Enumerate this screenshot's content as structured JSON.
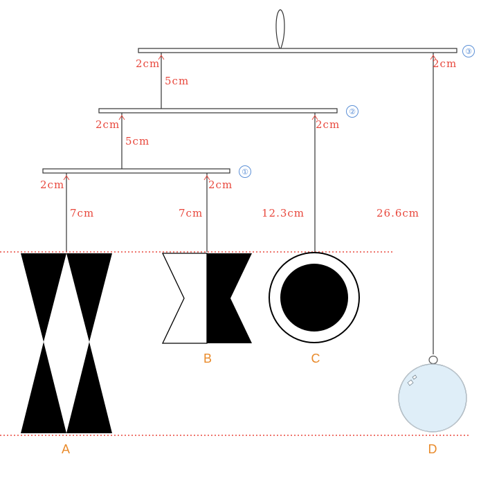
{
  "rods": [
    {
      "marker": "③",
      "arm": "2cm",
      "arm_right": "2cm",
      "drop": "5cm"
    },
    {
      "marker": "②",
      "arm": "2cm",
      "arm_right": "2cm",
      "drop": "5cm"
    },
    {
      "marker": "①",
      "arm": "2cm",
      "arm_right": "2cm"
    }
  ],
  "strings": {
    "a": "7cm",
    "b": "7cm",
    "c": "12.3cm",
    "d": "26.6cm"
  },
  "objects": {
    "a": "A",
    "b": "B",
    "c": "C",
    "d": "D"
  },
  "colors": {
    "dimension_text": "#e8473c",
    "object_labels": "#e98a2a",
    "markers": "#5b8fd6",
    "ornament": "#dfeef8"
  }
}
